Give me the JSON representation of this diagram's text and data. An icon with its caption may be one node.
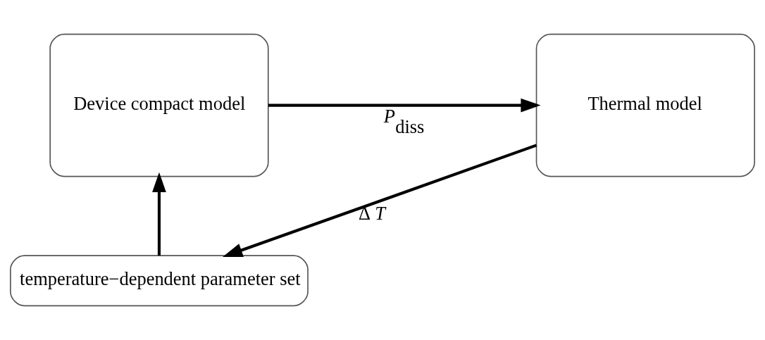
{
  "diagram": {
    "nodes": [
      {
        "text": [
          "Device compact model"
        ]
      },
      {
        "text": [
          "Thermal model"
        ]
      },
      {
        "text": [
          "temperature−dependent parameter set"
        ]
      }
    ],
    "edges": [
      {
        "from": 0,
        "to": 1,
        "arrow": "to",
        "label": "*P*$_{diss}$"
      },
      {
        "from": 1,
        "to": 2,
        "arrow": "to",
        "label": "Δ *T*"
      },
      {
        "from": 2,
        "to": 0,
        "arrow": "to"
      }
    ]
  }
}
